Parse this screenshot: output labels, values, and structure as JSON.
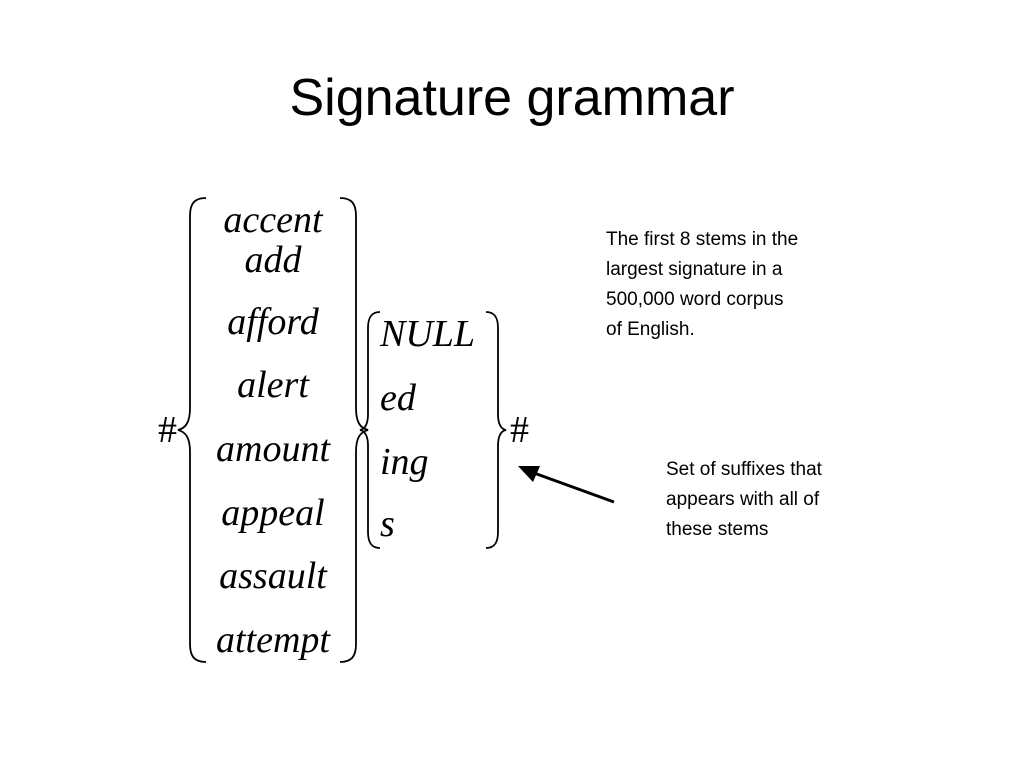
{
  "title": "Signature grammar",
  "boundary_left": "#",
  "boundary_right": "#",
  "stems": [
    "accent",
    "add",
    "afford",
    "alert",
    "amount",
    "appeal",
    "assault",
    "attempt"
  ],
  "suffixes": [
    "NULL",
    "ed",
    "ing",
    "s"
  ],
  "note_top": {
    "lines": [
      "The first 8 stems in the",
      "largest signature in a",
      "500,000 word corpus",
      "of English."
    ]
  },
  "note_bottom": {
    "lines": [
      "Set of suffixes that",
      "appears with all of",
      "these stems"
    ]
  }
}
